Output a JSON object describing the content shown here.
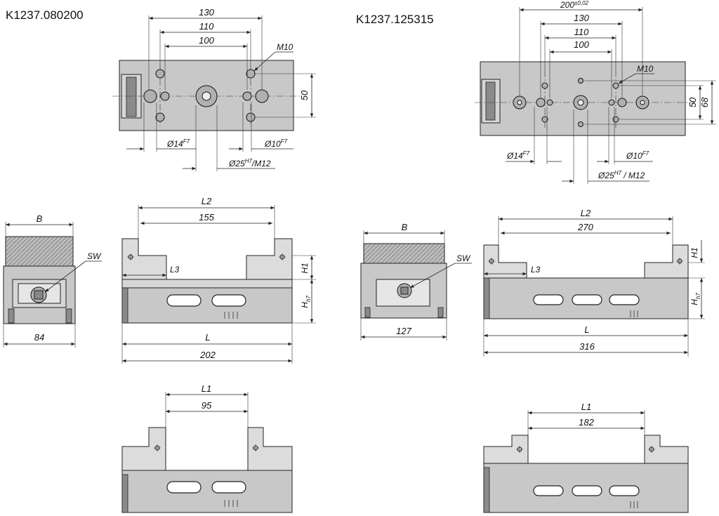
{
  "parts": {
    "left_code": "K1237.080200",
    "right_code": "K1237.125315"
  },
  "left_top_view": {
    "dims": {
      "d130": "130",
      "d110": "110",
      "d100": "100",
      "d50": "50"
    },
    "labels": {
      "m10": "M10",
      "phi14": "Ø14",
      "phi14_tol": "F7",
      "phi10": "Ø10",
      "phi10_tol": "F7",
      "phi25": "Ø25",
      "phi25_tol": "H7",
      "m12": "/M12"
    }
  },
  "right_top_view": {
    "dims": {
      "d200": "200",
      "d200_tol": "±0,02",
      "d130": "130",
      "d110": "110",
      "d100": "100",
      "d50": "50",
      "d68": "68"
    },
    "labels": {
      "m10": "M10",
      "phi14": "Ø14",
      "phi14_tol": "F7",
      "phi10": "Ø10",
      "phi10_tol": "F7",
      "phi25": "Ø25",
      "phi25_tol": "H7",
      "m12": " / M12"
    }
  },
  "left_end_view": {
    "b": "B",
    "sw": "SW",
    "width": "84"
  },
  "right_end_view": {
    "b": "B",
    "sw": "SW",
    "width": "127"
  },
  "left_side_view": {
    "l2": "L2",
    "l2_value": "155",
    "l3": "L3",
    "h1": "H1",
    "h": "H",
    "h_tol": "h7",
    "l": "L",
    "l_value": "202"
  },
  "right_side_view": {
    "l2": "L2",
    "l2_value": "270",
    "l3": "L3",
    "h1": "H1",
    "h": "H",
    "h_tol": "h7",
    "l": "L",
    "l_value": "316"
  },
  "left_bottom_view": {
    "l1": "L1",
    "l1_value": "95"
  },
  "right_bottom_view": {
    "l1": "L1",
    "l1_value": "182"
  }
}
